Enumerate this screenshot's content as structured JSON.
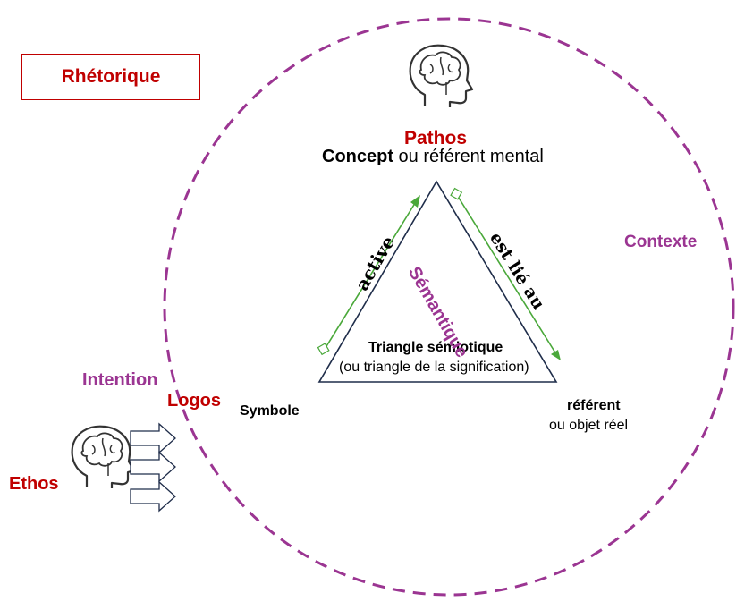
{
  "title_box": "Rhétorique",
  "labels": {
    "pathos": "Pathos",
    "concept_bold": "Concept",
    "concept_rest": " ou référent mental",
    "contexte": "Contexte",
    "intention": "Intention",
    "logos": "Logos",
    "symbole": "Symbole",
    "ethos": "Ethos",
    "referent": "référent",
    "objet_reel": "ou objet  réel",
    "triangle_title": "Triangle sémiotique",
    "triangle_subtitle": "(ou triangle de la signification)",
    "semantique": "Sémantique",
    "active": "active",
    "est_lie_au": "est lié au"
  },
  "colors": {
    "red": "#c00000",
    "purple": "#9b3592",
    "green": "#4aa83a",
    "navy": "#1f2d4a"
  },
  "icons": [
    "head-brain-icon",
    "arrow-right-icon"
  ]
}
